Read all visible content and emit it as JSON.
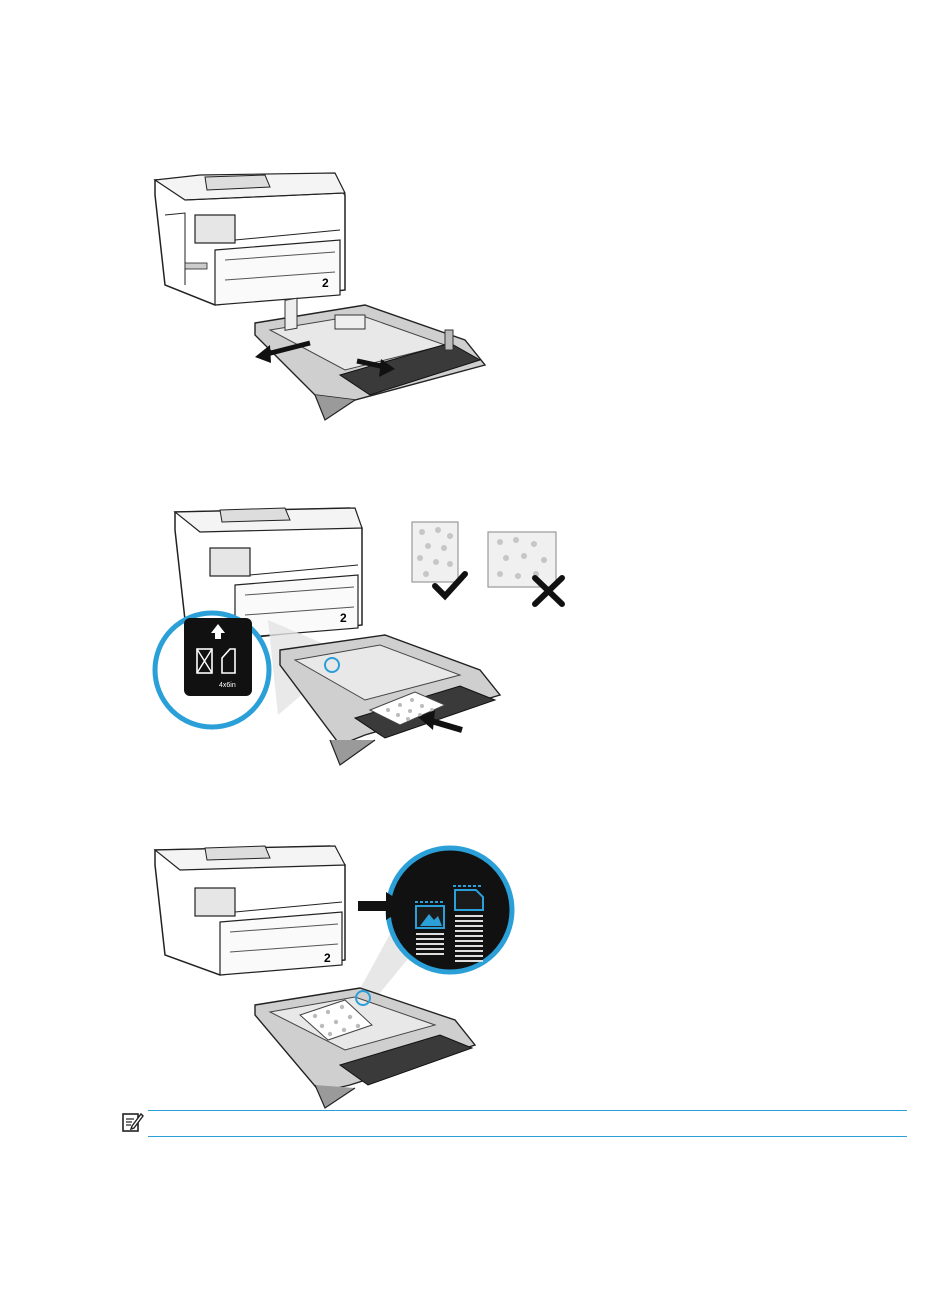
{
  "figures": [
    {
      "tray_number": "2",
      "icon": "printer-tray-pull-out-illustration"
    },
    {
      "tray_number": "2",
      "icon": "printer-load-paper-illustration",
      "callout_size_label": "4x6in",
      "icons": [
        "up-arrow-icon",
        "envelope-icon",
        "photo-paper-icon",
        "portrait-ok-icon",
        "landscape-not-ok-icon"
      ]
    },
    {
      "tray_number": "2",
      "icon": "printer-tray-insert-illustration",
      "icons": [
        "photo-icon",
        "document-icon",
        "arrow-right-icon"
      ]
    }
  ],
  "note": {
    "icon": "note-icon",
    "text": ""
  },
  "colors": {
    "accent": "#2a9fd8",
    "dark": "#111111",
    "gray": "#6b6b6b"
  }
}
